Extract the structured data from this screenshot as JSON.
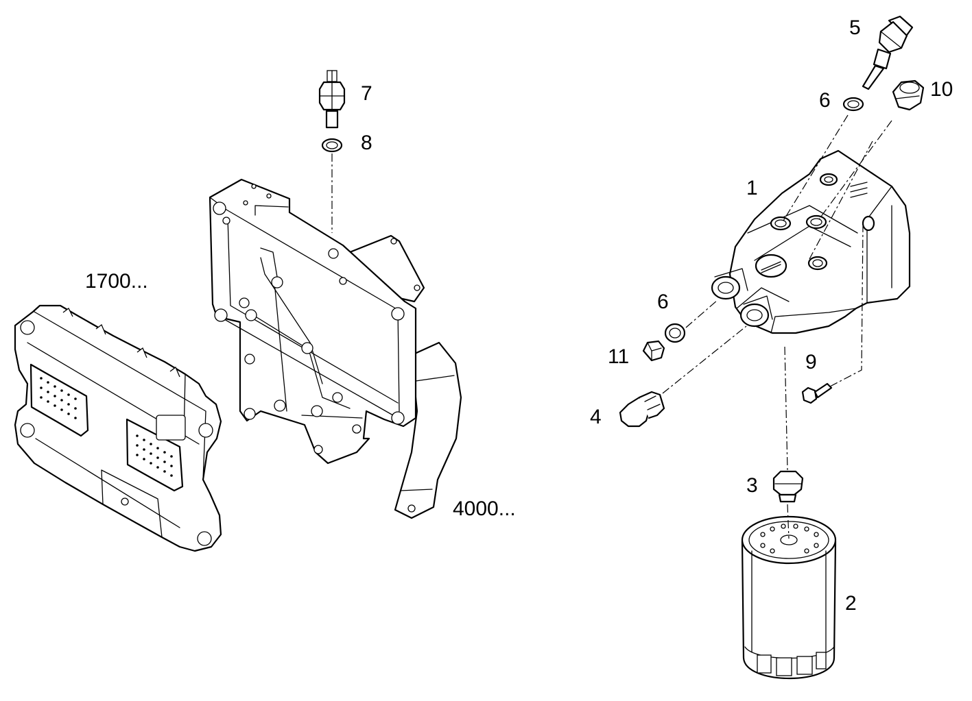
{
  "diagram": {
    "callouts": {
      "c1": "1",
      "c2": "2",
      "c3": "3",
      "c4": "4",
      "c5": "5",
      "c6a": "6",
      "c6b": "6",
      "c7": "7",
      "c8": "8",
      "c9": "9",
      "c10": "10",
      "c11": "11"
    },
    "references": {
      "ecu_ref": "1700...",
      "bracket_ref": "4000..."
    }
  },
  "colors": {
    "line": "#000000",
    "background": "#ffffff"
  }
}
